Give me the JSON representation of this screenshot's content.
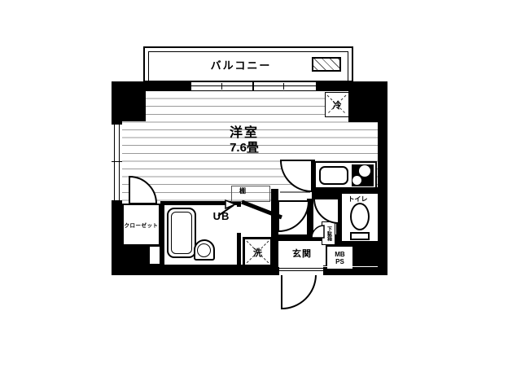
{
  "floorplan": {
    "balcony": {
      "label": "バルコニー"
    },
    "room": {
      "name": "洋室",
      "size": "7.6畳"
    },
    "fridge": {
      "label": "冷"
    },
    "closet": {
      "label": "クローゼット"
    },
    "unit_bath": {
      "label": "UB"
    },
    "laundry": {
      "label": "洗"
    },
    "shelf": {
      "label": "棚"
    },
    "entrance": {
      "label": "玄関"
    },
    "meter_box": {
      "line1": "MB",
      "line2": "PS"
    },
    "shoe_cabinet": {
      "label": "下駄箱"
    },
    "toilet": {
      "label": "トイレ"
    },
    "colors": {
      "wall": "#000000",
      "background": "#ffffff",
      "floor_line": "#9a9a9a"
    }
  }
}
